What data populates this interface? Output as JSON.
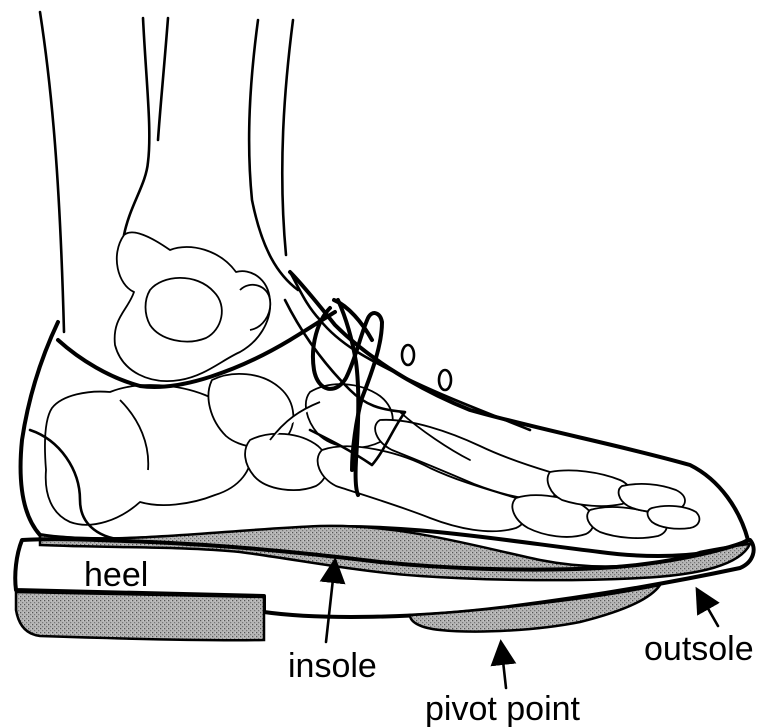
{
  "labels": {
    "heel": "heel",
    "insole": "insole",
    "outsole": "outsole",
    "pivot_point": "pivot point"
  },
  "colors": {
    "ink": "#000000",
    "paper": "#ffffff",
    "stipple": "#9a9a9a"
  }
}
